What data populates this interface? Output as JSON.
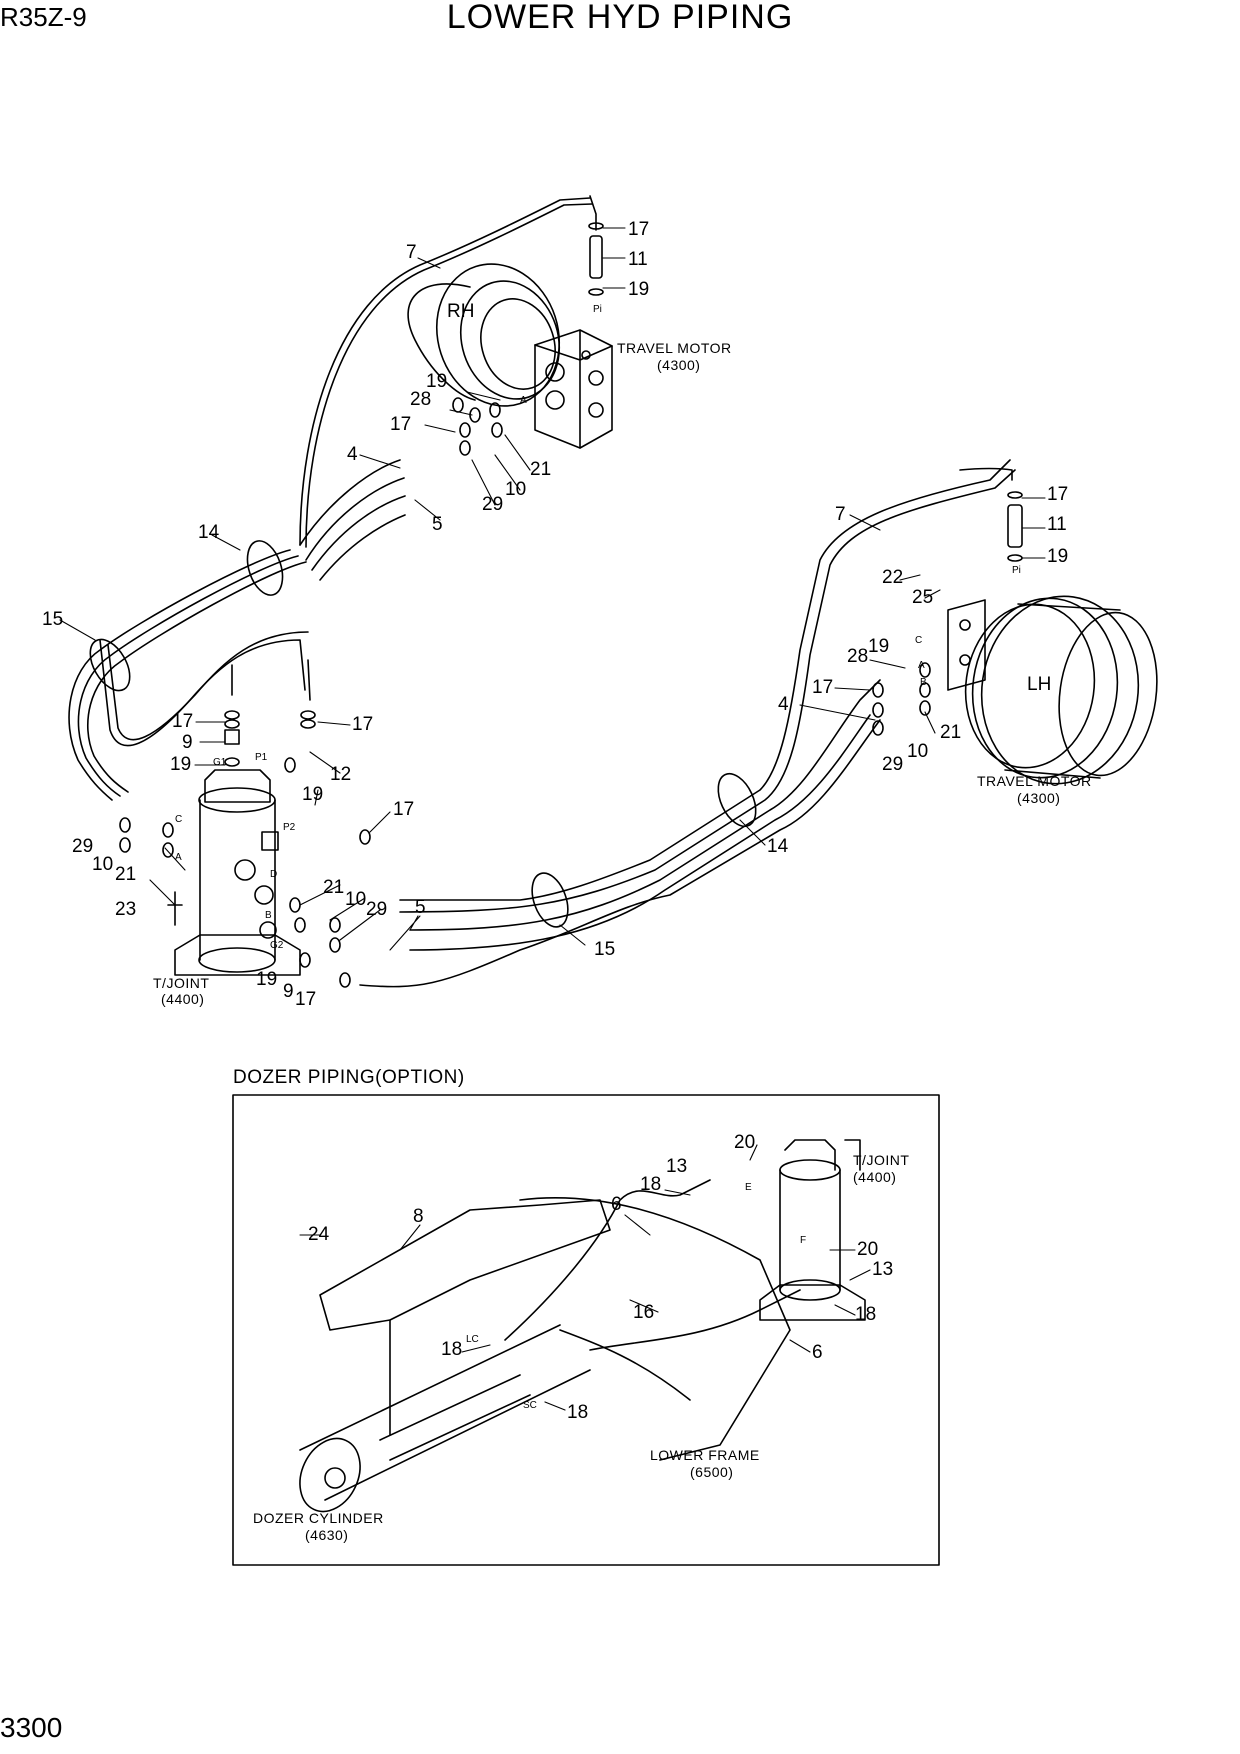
{
  "header": {
    "model": "R35Z-9",
    "title": "LOWER HYD PIPING",
    "page_number": "3300"
  },
  "labels": {
    "rh": "RH",
    "lh": "LH",
    "travel_motor": "TRAVEL MOTOR",
    "travel_motor_code": "(4300)",
    "tjoint": "T/JOINT",
    "tjoint_code": "(4400)",
    "dozer_section": "DOZER PIPING(OPTION)",
    "lower_frame": "LOWER FRAME",
    "lower_frame_code": "(6500)",
    "dozer_cylinder": "DOZER CYLINDER",
    "dozer_cylinder_code": "(4630)"
  },
  "port_tags": {
    "pi": "Pi",
    "a": "A",
    "b": "B",
    "c": "C",
    "d": "D",
    "e": "E",
    "f": "F",
    "g1": "G1",
    "g2": "G2",
    "p1": "P1",
    "p2": "P2",
    "lc": "LC",
    "sc": "SC"
  },
  "callouts": [
    "17",
    "11",
    "19",
    "7",
    "19",
    "28",
    "17",
    "4",
    "29",
    "10",
    "21",
    "5",
    "14",
    "15",
    "17",
    "9",
    "19",
    "17",
    "12",
    "19",
    "17",
    "29",
    "10",
    "21",
    "23",
    "21",
    "10",
    "29",
    "5",
    "19",
    "9",
    "17",
    "15",
    "14",
    "7",
    "17",
    "11",
    "19",
    "22",
    "25",
    "28",
    "19",
    "17",
    "4",
    "29",
    "10",
    "21",
    "24",
    "8",
    "6",
    "18",
    "13",
    "20",
    "20",
    "13",
    "18",
    "16",
    "6",
    "18",
    "18"
  ]
}
